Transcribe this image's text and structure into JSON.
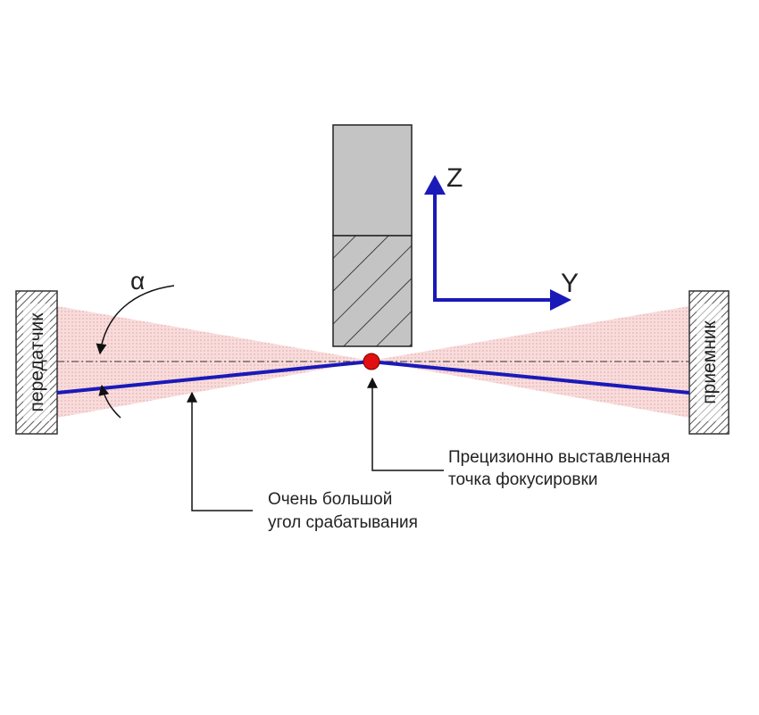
{
  "labels": {
    "transmitter": "передатчик",
    "receiver": "приемник",
    "angle_symbol": "α",
    "axis_z": "Z",
    "axis_y": "Y"
  },
  "callouts": {
    "focus_point": {
      "line1": "Прецизионно выставленная",
      "line2": "точка фокусировки"
    },
    "trigger_angle": {
      "line1": "Очень большой",
      "line2": "угол срабатывания"
    }
  },
  "colors": {
    "beam": "#1a1ab8",
    "axis_arrows": "#1a1ab8",
    "focus_point": "#e01010",
    "cone_fill": "#f3c6c6",
    "tool_fill": "#c4c4c4"
  }
}
